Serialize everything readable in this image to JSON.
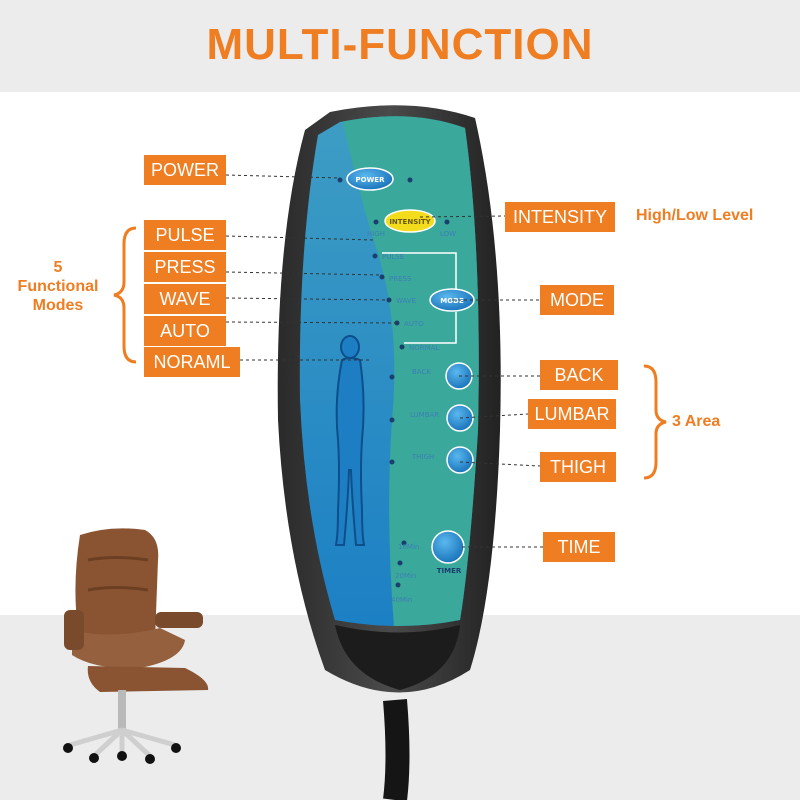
{
  "title": "MULTI-FUNCTION",
  "left_labels": {
    "power": "POWER",
    "pulse": "PULSE",
    "press": "PRESS",
    "wave": "WAVE",
    "auto": "AUTO",
    "normal": "NORAML"
  },
  "right_labels": {
    "intensity": "INTENSITY",
    "mode": "MODE",
    "back": "BACK",
    "lumbar": "LUMBAR",
    "thigh": "THIGH",
    "time": "TIME"
  },
  "notes": {
    "functional_modes_line1": "5",
    "functional_modes_line2": "Functional",
    "functional_modes_line3": "Modes",
    "intensity_note": "High/Low Level",
    "area_note": "3 Area"
  },
  "remote": {
    "power_btn": "POWER",
    "intensity_btn": "INTENSITY",
    "high": "HIGH",
    "low": "LOW",
    "mode_btn": "MODE",
    "pulse": "PULSE",
    "press": "PRESS",
    "wave": "WAVE",
    "auto": "AUTO",
    "normal": "NORMAL",
    "back": "BACK",
    "lumbar": "LUMBAR",
    "thigh": "THIGH",
    "timer_btn": "TIMER",
    "t1": "10Min",
    "t2": "20Min",
    "t3": "40Min"
  },
  "colors": {
    "accent": "#ef7d22",
    "panel_teal": "#3aa89a",
    "panel_blue": "#1e88c8",
    "button_blue": "#1f8fd6",
    "intensity_yellow": "#f2dc1c"
  }
}
